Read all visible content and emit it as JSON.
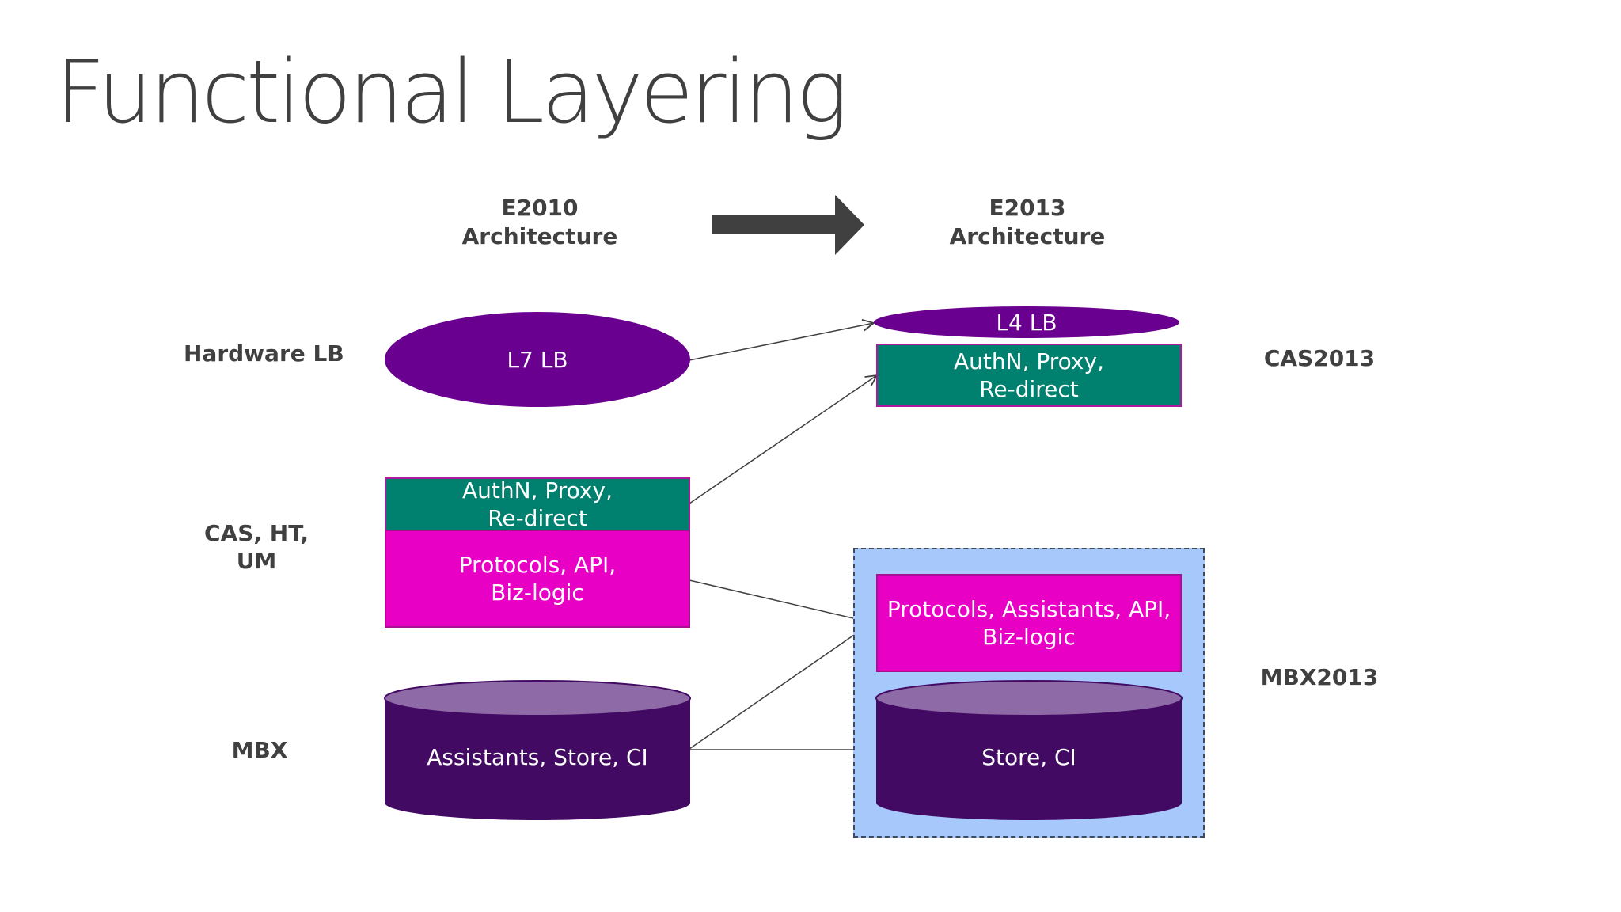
{
  "slide": {
    "title": "Functional Layering"
  },
  "headers": {
    "e2010": [
      "E2010",
      "Architecture"
    ],
    "e2013": [
      "E2013",
      "Architecture"
    ]
  },
  "row_labels": {
    "hardware_lb": "Hardware LB",
    "cas_ht_um": [
      "CAS, HT,",
      "UM"
    ],
    "mbx": "MBX"
  },
  "side_labels": {
    "cas2013": "CAS2013",
    "mbx2013": "MBX2013"
  },
  "e2010_blocks": {
    "l7_lb": "L7 LB",
    "authn": [
      "AuthN, Proxy,",
      "Re-direct"
    ],
    "protocols": [
      "Protocols, API,",
      "Biz-logic"
    ],
    "store": "Assistants, Store, CI"
  },
  "e2013_blocks": {
    "l4_lb": "L4 LB",
    "authn": [
      "AuthN, Proxy,",
      "Re-direct"
    ],
    "protocols": [
      "Protocols, Assistants, API,",
      "Biz-logic"
    ],
    "store": "Store, CI"
  },
  "colors": {
    "teal": "#00806f",
    "magenta": "#e800c4",
    "purple": "#6a008f",
    "dark_purple": "#420a63",
    "cylinder_top": "#8e6aa6",
    "mbx_frame": "#a7c8fb",
    "arrow": "#404040"
  }
}
